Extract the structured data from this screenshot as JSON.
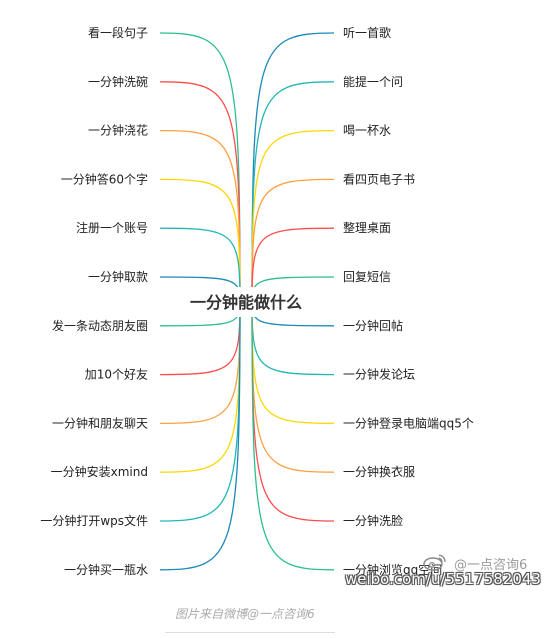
{
  "center": "一分钟能做什么",
  "left_branches": [
    {
      "label": "看一段句子",
      "color": "#2dbf8f"
    },
    {
      "label": "一分钟洗碗",
      "color": "#ff4d4d"
    },
    {
      "label": "一分钟浇花",
      "color": "#ffa040"
    },
    {
      "label": "一分钟答60个字",
      "color": "#ffd700"
    },
    {
      "label": "注册一个账号",
      "color": "#23b7b7"
    },
    {
      "label": "一分钟取款",
      "color": "#1b8ab8"
    },
    {
      "label": "发一条动态朋友圈",
      "color": "#2dbf8f"
    },
    {
      "label": "加10个好友",
      "color": "#ff4d4d"
    },
    {
      "label": "一分钟和朋友聊天",
      "color": "#ffa040"
    },
    {
      "label": "一分钟安装xmind",
      "color": "#ffd700"
    },
    {
      "label": "一分钟打开wps文件",
      "color": "#23b7b7"
    },
    {
      "label": "一分钟买一瓶水",
      "color": "#1b8ab8"
    }
  ],
  "right_branches": [
    {
      "label": "听一首歌",
      "color": "#1b8ab8"
    },
    {
      "label": "能提一个问",
      "color": "#23b7b7"
    },
    {
      "label": "喝一杯水",
      "color": "#ffd700"
    },
    {
      "label": "看四页电子书",
      "color": "#ffa040"
    },
    {
      "label": "整理桌面",
      "color": "#ff4d4d"
    },
    {
      "label": "回复短信",
      "color": "#2dbf8f"
    },
    {
      "label": "一分钟回帖",
      "color": "#1b8ab8"
    },
    {
      "label": "一分钟发论坛",
      "color": "#23b7b7"
    },
    {
      "label": "一分钟登录电脑端qq5个",
      "color": "#ffd700"
    },
    {
      "label": "一分钟换衣服",
      "color": "#ffa040"
    },
    {
      "label": "一分钟洗脸",
      "color": "#ff4d4d"
    },
    {
      "label": "一分钟浏览qq空间",
      "color": "#2dbf8f"
    }
  ],
  "watermark": {
    "handle": "@一点咨询6",
    "url": "weibo.com/u/5517582043"
  },
  "caption": "图片来自微博@一点咨询6",
  "icons": {
    "logo": "weibo-logo-icon"
  }
}
